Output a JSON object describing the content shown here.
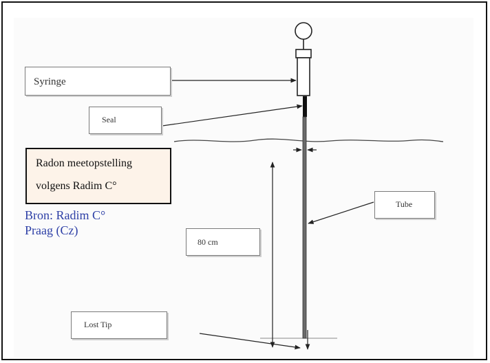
{
  "labels": {
    "syringe": "Syringe",
    "seal": "Seal",
    "tube": "Tube",
    "depth": "80 cm",
    "lost_tip": "Lost Tip"
  },
  "caption": {
    "line1": "Radon meetopstelling",
    "line2": "volgens Radim C°"
  },
  "source": {
    "line1": "Bron: Radim C°",
    "line2": "Praag (Cz)"
  },
  "colors": {
    "caption_bg": "#fdf3e9",
    "source_text": "#2d3fa6",
    "line": "#222222"
  }
}
